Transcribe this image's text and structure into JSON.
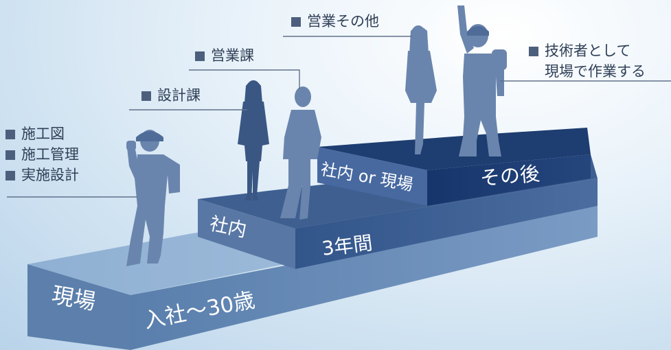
{
  "groups": {
    "site": {
      "items": [
        "施工図",
        "施工管理",
        "実施設計"
      ]
    },
    "design": {
      "label": "設計課"
    },
    "sales_dept": {
      "label": "営業課"
    },
    "sales_other": {
      "label": "営業その他"
    },
    "engineer": {
      "lines": [
        "技術者として",
        "現場で作業する"
      ]
    }
  },
  "steps": {
    "step1": {
      "place": "現場",
      "period": "入社〜30歳"
    },
    "step2": {
      "place": "社内",
      "period": "3年間"
    },
    "step3": {
      "place": "社内 or 現場",
      "period": "その後"
    }
  },
  "colors": {
    "step1_top": "#7fa1c7",
    "step1_front": "#5d81ad",
    "step2_front": "#3b5d8f",
    "step3_front": "#1f3f73",
    "silhouette": "#6a85ad",
    "silhouette_dark": "#3a5784"
  },
  "icons": [
    "square-bullet-icon",
    "worker-silhouette-icon",
    "businesswoman-silhouette-icon",
    "businessman-silhouette-icon",
    "cheering-worker-silhouette-icon"
  ]
}
